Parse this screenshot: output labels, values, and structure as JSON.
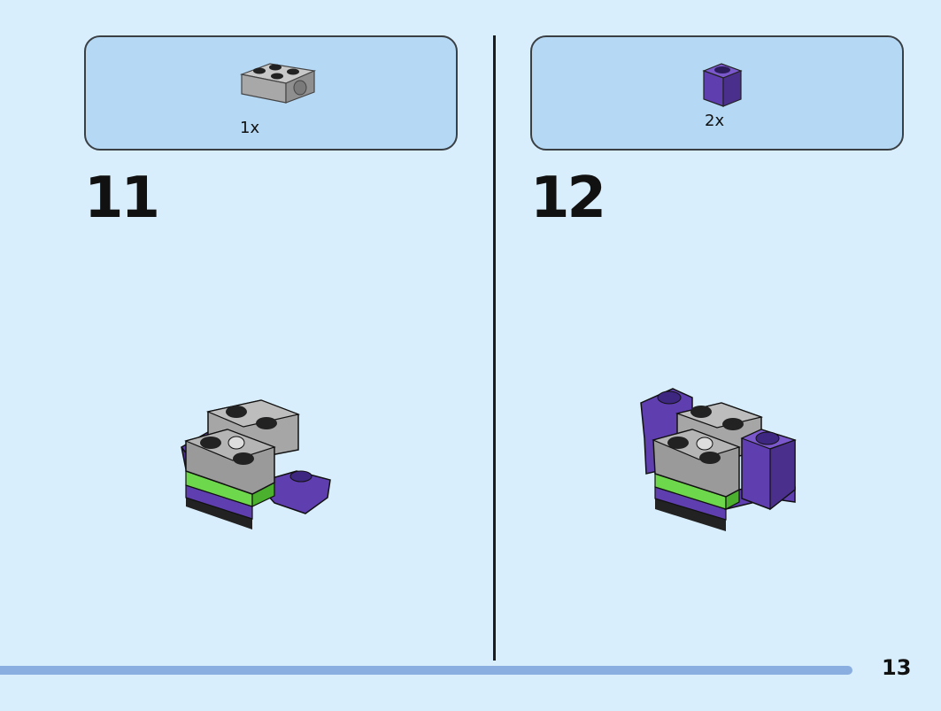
{
  "steps": [
    {
      "number": "11",
      "parts_qty": "1x",
      "part_icon": "gray-technic-brick-icon"
    },
    {
      "number": "12",
      "parts_qty": "2x",
      "part_icon": "purple-1x1-brick-icon"
    }
  ],
  "page_number": "13",
  "colors": {
    "background": "#d9eefc",
    "parts_box": "#b5d9f5",
    "gray_brick": "#a6a6a6",
    "purple_brick": "#5f3fb0",
    "green_plate": "#6ed84c",
    "progress_bar": "#8aaee0"
  }
}
